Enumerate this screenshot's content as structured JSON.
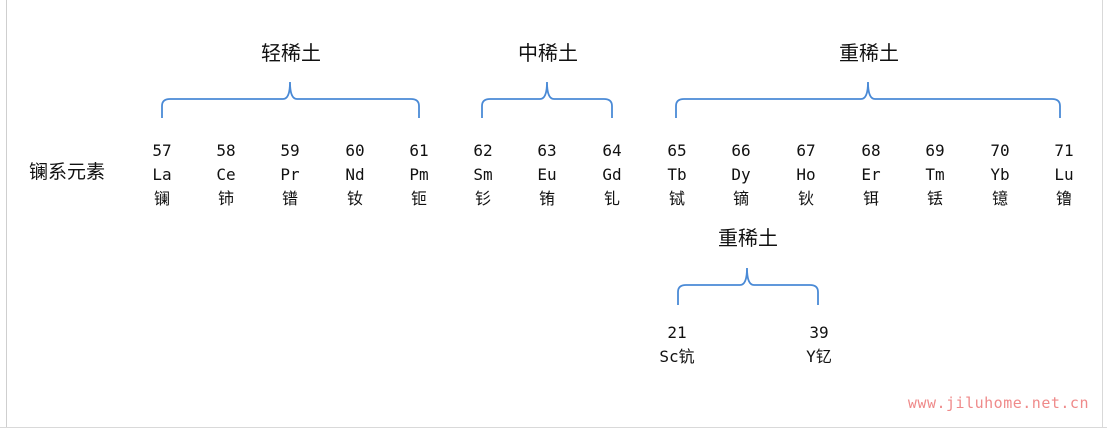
{
  "series_label": "镧系元素",
  "groups": {
    "light": "轻稀土",
    "middle": "中稀土",
    "heavy": "重稀土",
    "heavy_extra": "重稀土"
  },
  "elements": [
    {
      "number": "57",
      "symbol": "La",
      "name": "镧"
    },
    {
      "number": "58",
      "symbol": "Ce",
      "name": "铈"
    },
    {
      "number": "59",
      "symbol": "Pr",
      "name": "镨"
    },
    {
      "number": "60",
      "symbol": "Nd",
      "name": "钕"
    },
    {
      "number": "61",
      "symbol": "Pm",
      "name": "钷"
    },
    {
      "number": "62",
      "symbol": "Sm",
      "name": "钐"
    },
    {
      "number": "63",
      "symbol": "Eu",
      "name": "铕"
    },
    {
      "number": "64",
      "symbol": "Gd",
      "name": "钆"
    },
    {
      "number": "65",
      "symbol": "Tb",
      "name": "铽"
    },
    {
      "number": "66",
      "symbol": "Dy",
      "name": "镝"
    },
    {
      "number": "67",
      "symbol": "Ho",
      "name": "钬"
    },
    {
      "number": "68",
      "symbol": "Er",
      "name": "铒"
    },
    {
      "number": "69",
      "symbol": "Tm",
      "name": "铥"
    },
    {
      "number": "70",
      "symbol": "Yb",
      "name": "镱"
    },
    {
      "number": "71",
      "symbol": "Lu",
      "name": "镥"
    }
  ],
  "extra_elements": [
    {
      "number": "21",
      "label": "Sc钪"
    },
    {
      "number": "39",
      "label": "Y钇"
    }
  ],
  "watermark": "www.jiluhome.net.cn",
  "colors": {
    "brace": "#4a8ad6",
    "watermark": "#ef8a8a",
    "text": "#111111"
  }
}
